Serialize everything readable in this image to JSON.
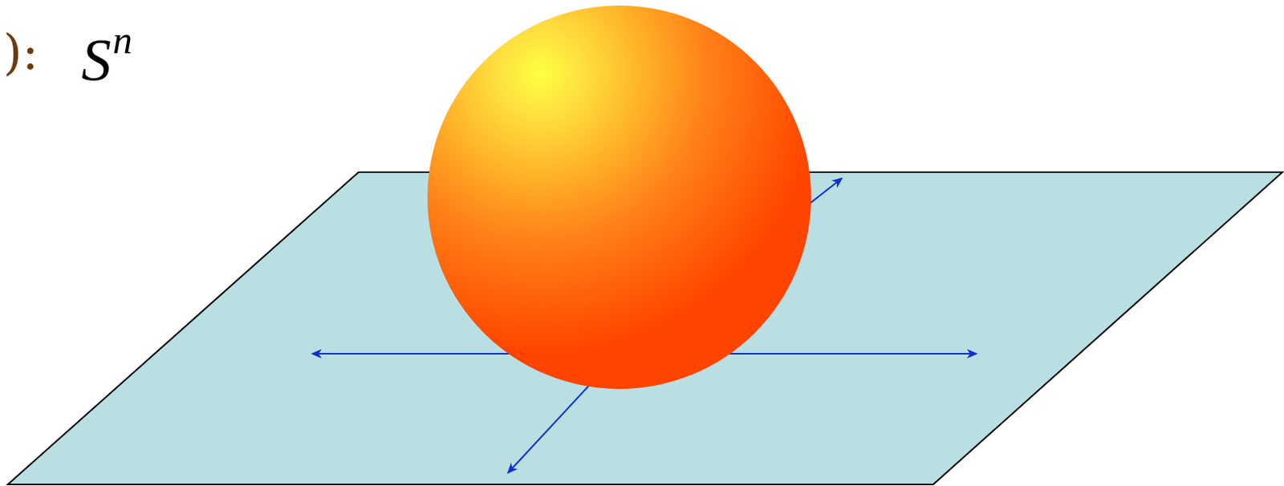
{
  "diagram": {
    "labels": [
      "):",
      "S",
      "n"
    ]
  }
}
